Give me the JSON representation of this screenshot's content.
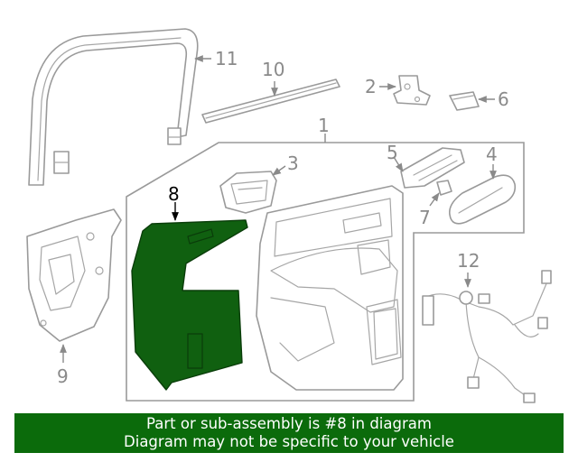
{
  "colors": {
    "highlight_fill": "#106010",
    "banner_background": "#0b6b0b",
    "banner_text": "#ffffff",
    "line_art": "#9a9a9a"
  },
  "callouts": {
    "c1": "1",
    "c2": "2",
    "c3": "3",
    "c4": "4",
    "c5": "5",
    "c6": "6",
    "c7": "7",
    "c8": "8",
    "c9": "9",
    "c10": "10",
    "c11": "11",
    "c12": "12"
  },
  "highlighted_callout": "8",
  "banner": {
    "line1": "Part or sub-assembly is #8 in diagram",
    "line2": "Diagram may not be specific to your vehicle"
  }
}
